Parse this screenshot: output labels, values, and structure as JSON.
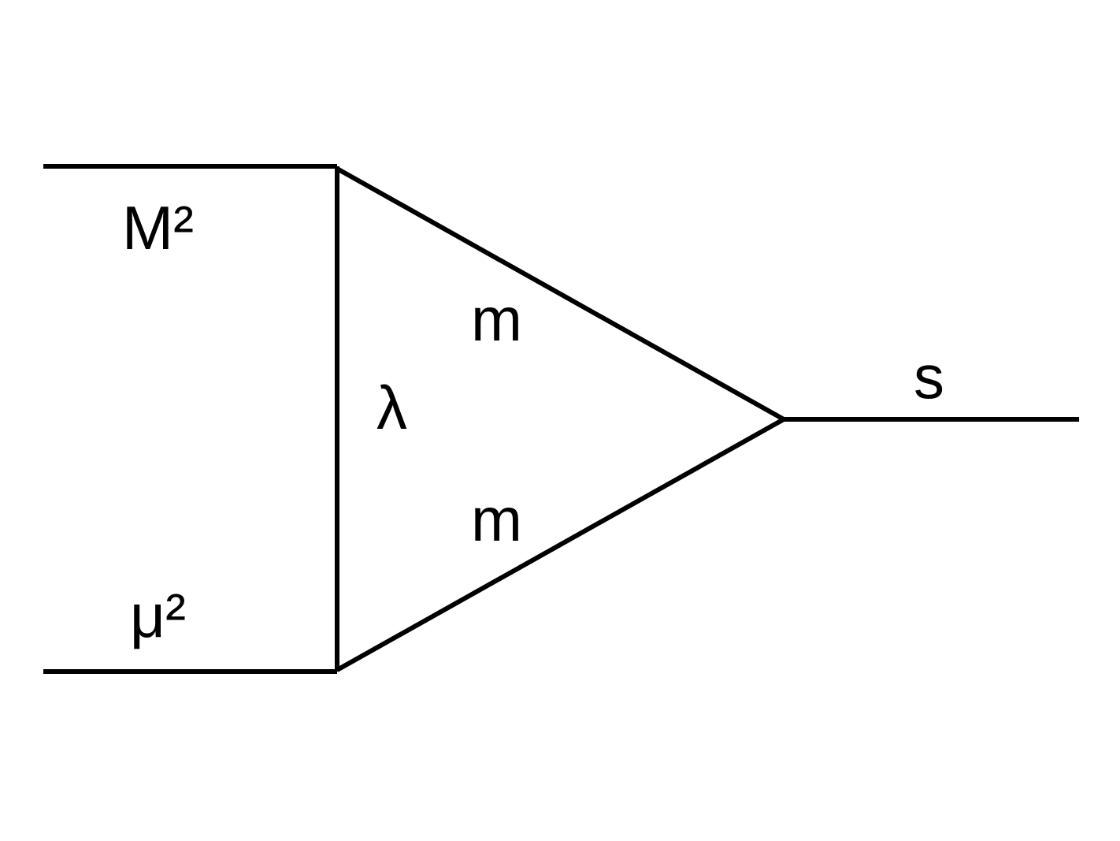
{
  "diagram": {
    "labels": {
      "upper_external_mass": "M²",
      "lower_external_mass": "μ²",
      "internal_vertical": "λ",
      "upper_internal": "m",
      "lower_internal": "m",
      "outgoing": "s"
    },
    "colors": {
      "line": "#000000",
      "text": "#000000",
      "background": "#ffffff"
    }
  }
}
